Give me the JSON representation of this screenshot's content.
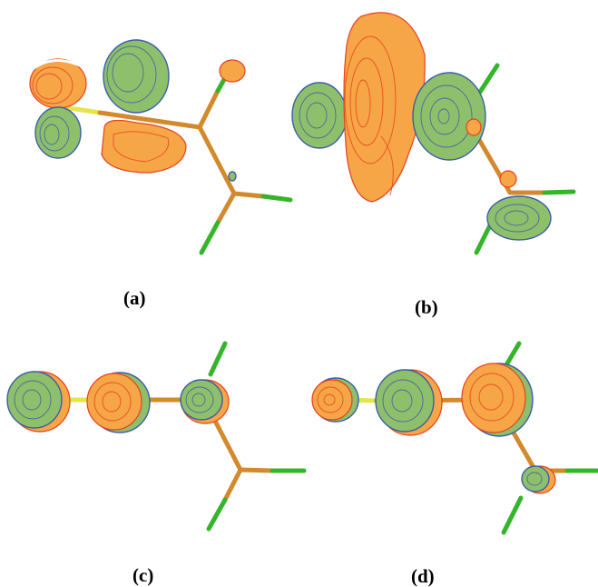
{
  "panels": [
    {
      "id": "a",
      "label": "(a)"
    },
    {
      "id": "b",
      "label": "(b)"
    },
    {
      "id": "c",
      "label": "(c)"
    },
    {
      "id": "d",
      "label": "(d)"
    }
  ],
  "colors": {
    "positive_lobe_fill": "#f6a547",
    "positive_lobe_contour": "#e8411d",
    "negative_lobe_fill": "#8ebf6a",
    "negative_lobe_contour": "#3c5ea8",
    "bond_main": "#d28a2c",
    "bond_terminal": "#35b52a",
    "bond_special": "#e3e64a",
    "background": "#ffffff"
  }
}
